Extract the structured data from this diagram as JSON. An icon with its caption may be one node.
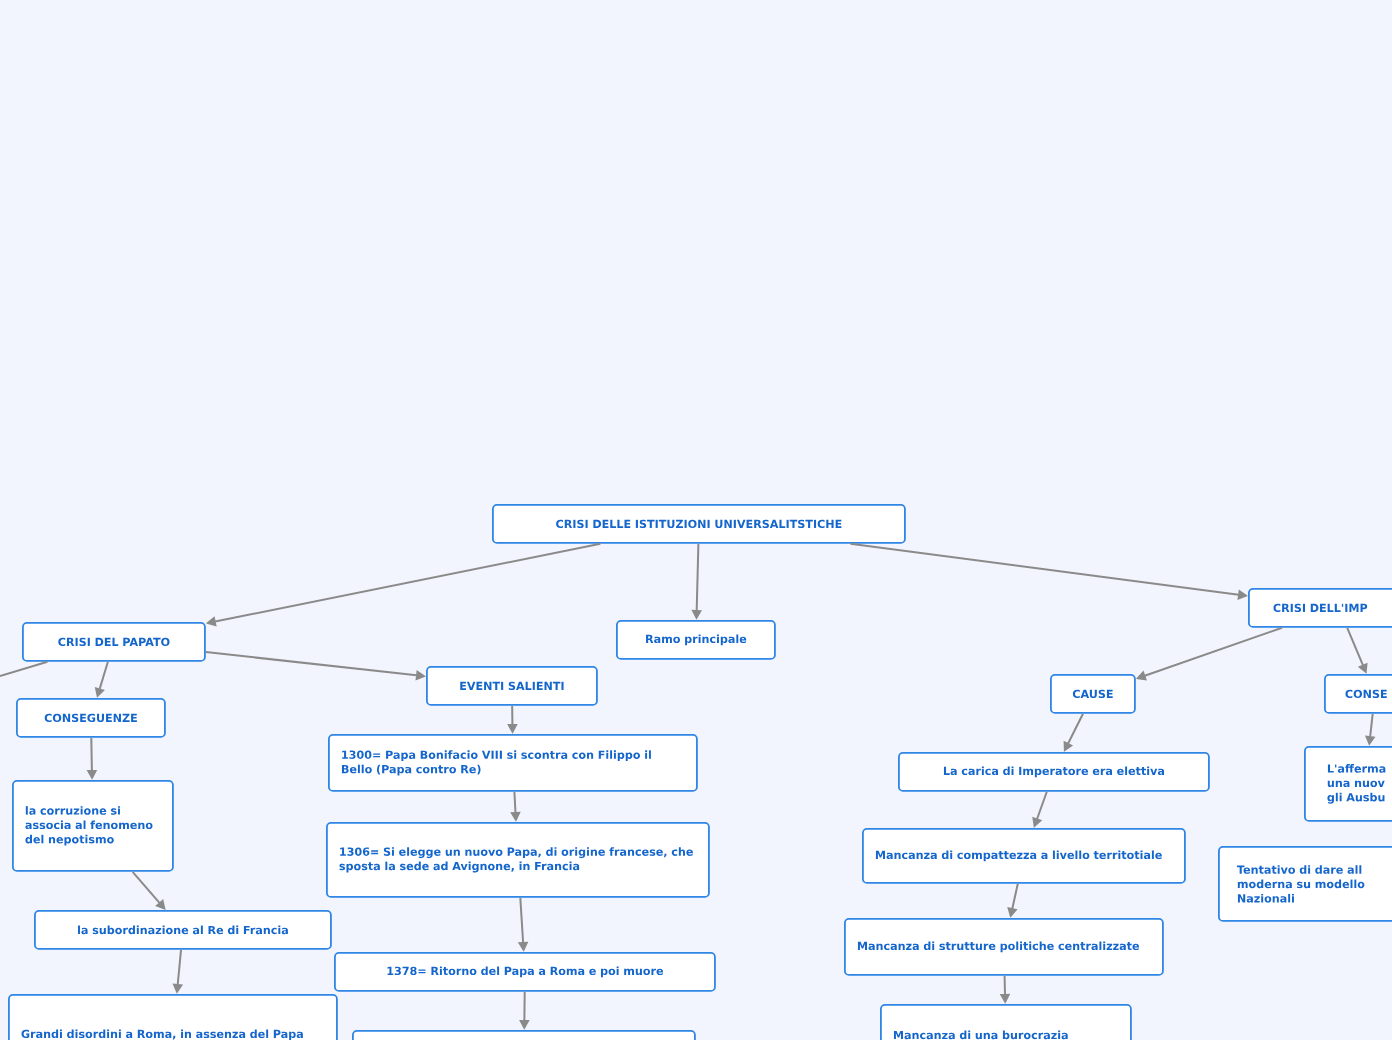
{
  "diagram": {
    "nodes": [
      {
        "text": [
          "CRISI DELLE ISTITUZIONI UNIVERSALITSTICHE"
        ]
      },
      {
        "text": [
          "CRISI DEL PAPATO"
        ]
      },
      {
        "text": [
          "Ramo principale"
        ]
      },
      {
        "text": [
          "CRISI DELL'IMP"
        ]
      },
      {
        "text": [
          "CONSEGUENZE"
        ]
      },
      {
        "text": [
          "EVENTI SALIENTI"
        ]
      },
      {
        "text": [
          "la corruzione si associa al fenomeno del nepotismo"
        ]
      },
      {
        "text": [
          "1300= Papa Bonifacio VIII si scontra con Filippo il Bello (Papa contro Re)"
        ]
      },
      {
        "text": [
          "la subordinazione al Re di Francia"
        ]
      },
      {
        "text": [
          "1306= Si elegge un nuovo Papa, di origine francese, che sposta la sede ad Avignone, in Francia"
        ]
      },
      {
        "text": [
          "Grandi disordini a Roma, in assenza del Papa"
        ]
      },
      {
        "text": [
          "1378= Ritorno del Papa a Roma e poi muore"
        ]
      },
      {
        "text": [],
        "shape": "box"
      },
      {
        "text": [
          "CAUSE"
        ]
      },
      {
        "text": [
          "CONSE"
        ]
      },
      {
        "text": [
          "L'afferma una nuov gli Ausbu"
        ]
      },
      {
        "text": [
          "La carica di Imperatore era elettiva"
        ]
      },
      {
        "text": [
          "Tentativo di dare all moderna su modello Nazionali"
        ]
      },
      {
        "text": [
          "Mancanza di compattezza a livello territotiale"
        ]
      },
      {
        "text": [
          "Mancanza di strutture politiche centralizzate"
        ]
      },
      {
        "text": [
          "Mancanza di una burocrazia"
        ]
      }
    ],
    "edges": [
      {
        "from": 0,
        "to": 1,
        "arrow": "to"
      },
      {
        "from": 0,
        "to": 2,
        "arrow": "to"
      },
      {
        "from": 0,
        "to": 3,
        "arrow": "to"
      },
      {
        "from": 1,
        "to": null,
        "arrow": "none"
      },
      {
        "from": 1,
        "to": 4,
        "arrow": "to"
      },
      {
        "from": 1,
        "to": 5,
        "arrow": "to"
      },
      {
        "from": 4,
        "to": 6,
        "arrow": "to"
      },
      {
        "from": 6,
        "to": 8,
        "arrow": "to"
      },
      {
        "from": 8,
        "to": 10,
        "arrow": "to"
      },
      {
        "from": 5,
        "to": 7,
        "arrow": "to"
      },
      {
        "from": 7,
        "to": 9,
        "arrow": "to"
      },
      {
        "from": 9,
        "to": 11,
        "arrow": "to"
      },
      {
        "from": 11,
        "to": 12,
        "arrow": "to"
      },
      {
        "from": 3,
        "to": 13,
        "arrow": "to"
      },
      {
        "from": 3,
        "to": 14,
        "arrow": "to"
      },
      {
        "from": 14,
        "to": 15,
        "arrow": "to"
      },
      {
        "from": 13,
        "to": 16,
        "arrow": "to"
      },
      {
        "from": 16,
        "to": 18,
        "arrow": "to"
      },
      {
        "from": 18,
        "to": 19,
        "arrow": "to"
      },
      {
        "from": 19,
        "to": 20,
        "arrow": "to"
      }
    ]
  }
}
